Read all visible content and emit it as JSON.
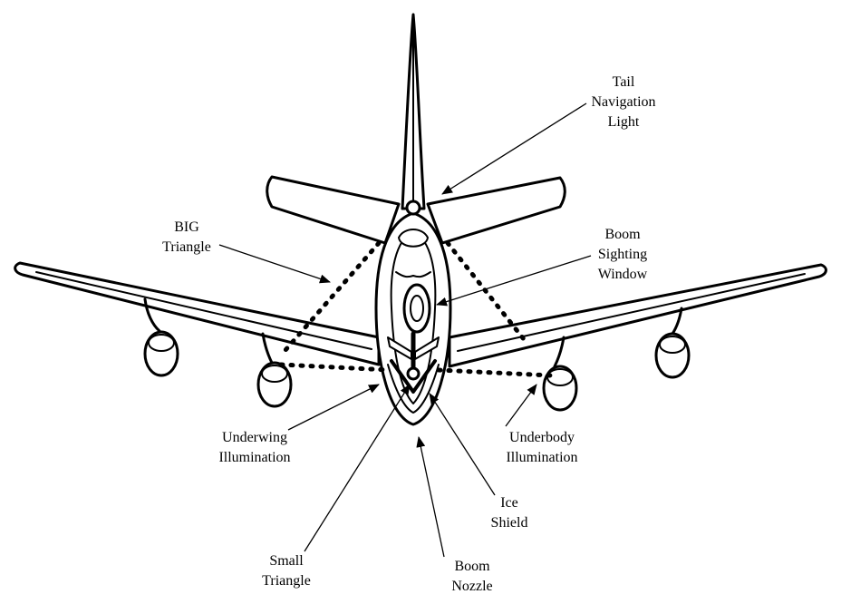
{
  "diagram": {
    "subject": "tanker aircraft underside (rear view) showing refueling aid markings and lights",
    "callouts": [
      {
        "id": "tail-navigation-light",
        "lines": [
          "Tail",
          "Navigation",
          "Light"
        ]
      },
      {
        "id": "big-triangle",
        "lines": [
          "BIG",
          "Triangle"
        ]
      },
      {
        "id": "boom-sighting-window",
        "lines": [
          "Boom",
          "Sighting",
          "Window"
        ]
      },
      {
        "id": "underwing-illumination",
        "lines": [
          "Underwing",
          "Illumination"
        ]
      },
      {
        "id": "underbody-illumination",
        "lines": [
          "Underbody",
          "Illumination"
        ]
      },
      {
        "id": "ice-shield",
        "lines": [
          "Ice",
          "Shield"
        ]
      },
      {
        "id": "small-triangle",
        "lines": [
          "Small",
          "Triangle"
        ]
      },
      {
        "id": "boom-nozzle",
        "lines": [
          "Boom",
          "Nozzle"
        ]
      }
    ],
    "colors": {
      "ink": "#000000",
      "background": "#ffffff"
    }
  }
}
